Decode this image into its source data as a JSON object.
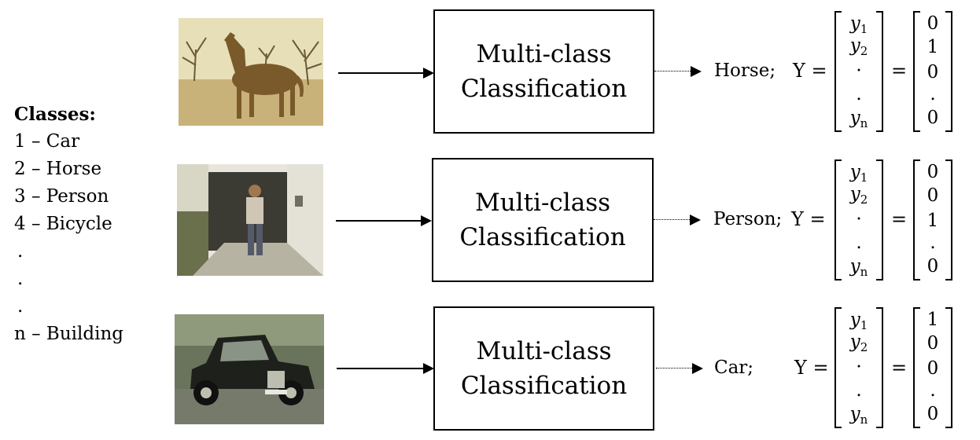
{
  "classes": {
    "header": "Classes:",
    "items": [
      "1 – Car",
      "2 – Horse",
      "3 – Person",
      "4 – Bicycle",
      ".",
      ".",
      ".",
      "n – Building"
    ]
  },
  "box_text": {
    "line1": "Multi-class",
    "line2": "Classification"
  },
  "rows": [
    {
      "image": "horse-photo",
      "label": "Horse;",
      "y_label": "Y =",
      "equals": "=",
      "vector": [
        "y",
        "y",
        "·",
        ".",
        "y"
      ],
      "subscripts": [
        "1",
        "2",
        "",
        "",
        "n"
      ],
      "onehot": [
        "0",
        "1",
        "0",
        ".",
        "0"
      ]
    },
    {
      "image": "person-photo",
      "label": "Person;",
      "y_label": "Y =",
      "equals": "=",
      "vector": [
        "y",
        "y",
        "·",
        ".",
        "y"
      ],
      "subscripts": [
        "1",
        "2",
        "",
        "",
        "n"
      ],
      "onehot": [
        "0",
        "0",
        "1",
        ".",
        "0"
      ]
    },
    {
      "image": "car-photo",
      "label": "Car;",
      "y_label": "Y =",
      "equals": "=",
      "vector": [
        "y",
        "y",
        "·",
        ".",
        "y"
      ],
      "subscripts": [
        "1",
        "2",
        "",
        "",
        "n"
      ],
      "onehot": [
        "1",
        "0",
        "0",
        ".",
        "0"
      ]
    }
  ],
  "colors": {
    "horse_photo_sky": "#e6dfb8",
    "horse_photo_ground": "#c9b279",
    "horse_body": "#7a5a2a",
    "person_photo_wall": "#e8e6dc",
    "person_photo_door": "#3b3b34",
    "car_photo_bg": "#6a745c",
    "car_body": "#1e201c"
  }
}
